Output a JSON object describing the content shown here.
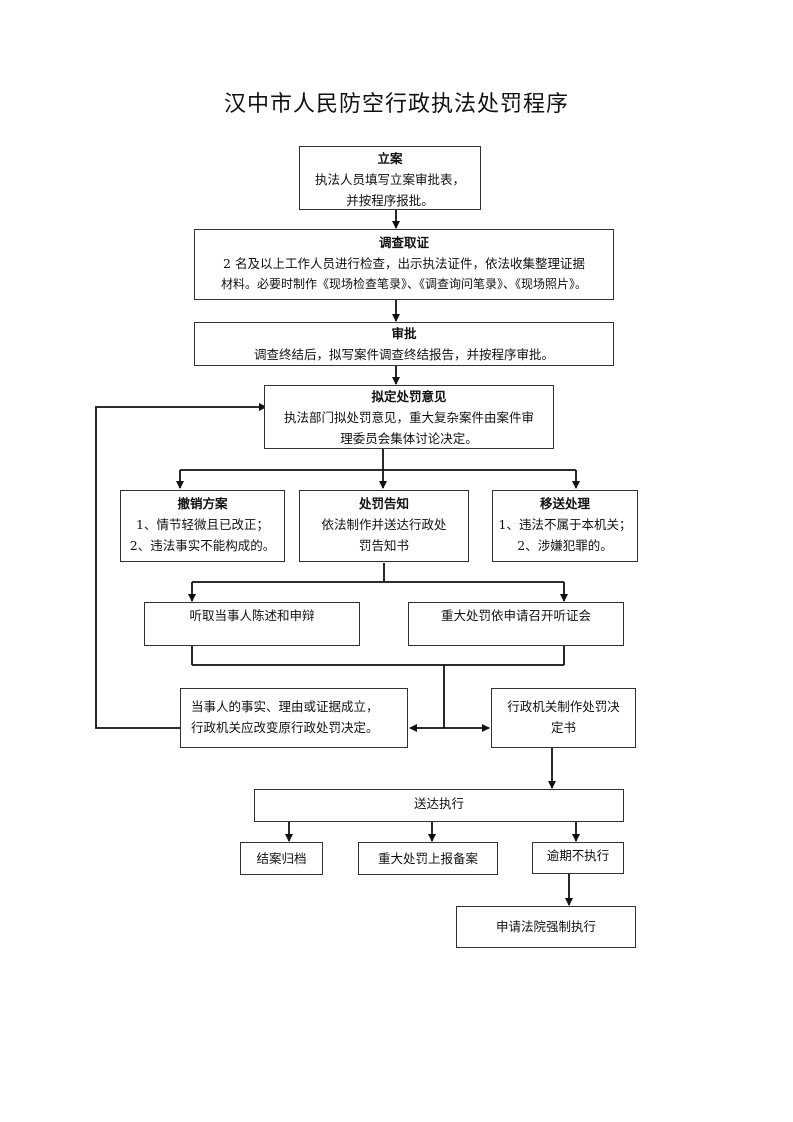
{
  "title": "汉中市人民防空行政执法处罚程序",
  "steps": {
    "filing": {
      "heading": "立案",
      "lines": [
        "执法人员填写立案审批表，",
        "并按程序报批。"
      ]
    },
    "investigation": {
      "heading": "调查取证",
      "lines": [
        "2 名及以上工作人员进行检查，出示执法证件，依法收集整理证据",
        "材料。必要时制作《现场检查笔录》、《调查询问笔录》、《现场照片》。"
      ]
    },
    "approval": {
      "heading": "审批",
      "lines": [
        "调查终结后，拟写案件调查终结报告，并按程序审批。"
      ]
    },
    "proposal": {
      "heading": "拟定处罚意见",
      "lines": [
        "执法部门拟处罚意见，重大复杂案件由案件审",
        "理委员会集体讨论决定。"
      ]
    },
    "revoke": {
      "heading": "撤销方案",
      "lines": [
        "1、情节轻微且已改正；",
        "2、违法事实不能构成的。"
      ]
    },
    "notice": {
      "heading": "处罚告知",
      "lines": [
        "依法制作并送达行政处",
        "罚告知书"
      ]
    },
    "transfer": {
      "heading": "移送处理",
      "lines": [
        "1、违法不属于本机关；",
        "2、涉嫌犯罪的。"
      ]
    },
    "statement": {
      "lines": [
        "听取当事人陈述和申辩"
      ]
    },
    "hearing": {
      "lines": [
        "重大处罚依申请召开听证会"
      ]
    },
    "change": {
      "lines": [
        "当事人的事实、理由或证据成立，",
        "行政机关应改变原行政处罚决定。"
      ]
    },
    "decision": {
      "lines": [
        "行政机关制作处罚决",
        "定书"
      ]
    },
    "delivery": {
      "lines": [
        "送达执行"
      ]
    },
    "archive": {
      "lines": [
        "结案归档"
      ]
    },
    "report": {
      "lines": [
        "重大处罚上报备案"
      ]
    },
    "overdue": {
      "lines": [
        "逾期不执行"
      ]
    },
    "court": {
      "lines": [
        "申请法院强制执行"
      ]
    }
  }
}
